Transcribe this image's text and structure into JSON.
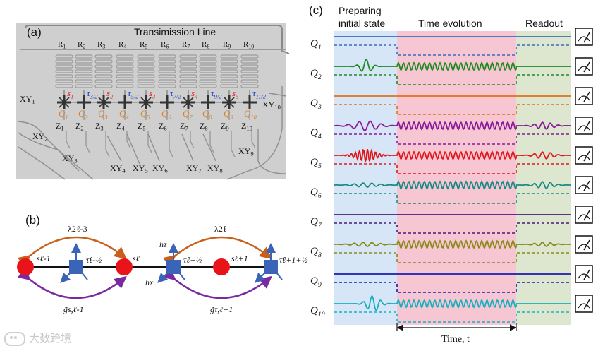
{
  "panel_a": {
    "label": "(a)",
    "title": "Transimission Line",
    "resonators": [
      "R1",
      "R2",
      "R3",
      "R4",
      "R5",
      "R6",
      "R7",
      "R8",
      "R9",
      "R10"
    ],
    "couplers": [
      "s1",
      "τ3/2",
      "s2",
      "τ5/2",
      "s3",
      "τ7/2",
      "s4",
      "τ9/2",
      "s5",
      "τ11/2"
    ],
    "qubits": [
      "Q1",
      "Q2",
      "Q3",
      "Q4",
      "Q5",
      "Q6",
      "Q7",
      "Q8",
      "Q9",
      "Q10"
    ],
    "z_lines": [
      "Z1",
      "Z2",
      "Z3",
      "Z4",
      "Z5",
      "Z6",
      "Z7",
      "Z8",
      "Z9",
      "Z10"
    ],
    "xy_lines": [
      "XY1",
      "XY2",
      "XY3",
      "XY4",
      "XY5",
      "XY6",
      "XY7",
      "XY8",
      "XY9",
      "XY10"
    ],
    "colors": {
      "s": "#e0202a",
      "tau": "#1f3fc8",
      "q": "#e08020"
    }
  },
  "panel_b": {
    "label": "(b)",
    "nodes": [
      "sℓ-1",
      "τℓ-½",
      "sℓ",
      "τℓ+½",
      "sℓ+1",
      "τℓ+1+½"
    ],
    "top_couplings": [
      "λ2ℓ-3",
      "λ2ℓ"
    ],
    "bottom_couplings": [
      "g̃s,ℓ-1",
      "g̃τ,ℓ+1"
    ],
    "field_labels": [
      "hz",
      "hx"
    ],
    "colors": {
      "site": "#e8141a",
      "bond": "#3a64b8",
      "top_arc": "#c8601a",
      "bottom_arc": "#7a2aa0"
    }
  },
  "panel_c": {
    "label": "(c)",
    "stages": [
      "Preparing initial state",
      "Time evolution",
      "Readout"
    ],
    "qubits": [
      "Q1",
      "Q2",
      "Q3",
      "Q4",
      "Q5",
      "Q6",
      "Q7",
      "Q8",
      "Q9",
      "Q10"
    ],
    "line_colors": [
      "#3a6cc0",
      "#1e8a20",
      "#e0701a",
      "#8a1a9a",
      "#e0181e",
      "#1a8a86",
      "#4a1a7a",
      "#8a8a18",
      "#1a1ab0",
      "#18b0c0"
    ],
    "stage_colors": {
      "prep": "#d6e6f6",
      "evolve": "#f6c6d2",
      "readout": "#dde6cf"
    },
    "axis_label": "Time, t"
  },
  "watermark": "大数跨境"
}
